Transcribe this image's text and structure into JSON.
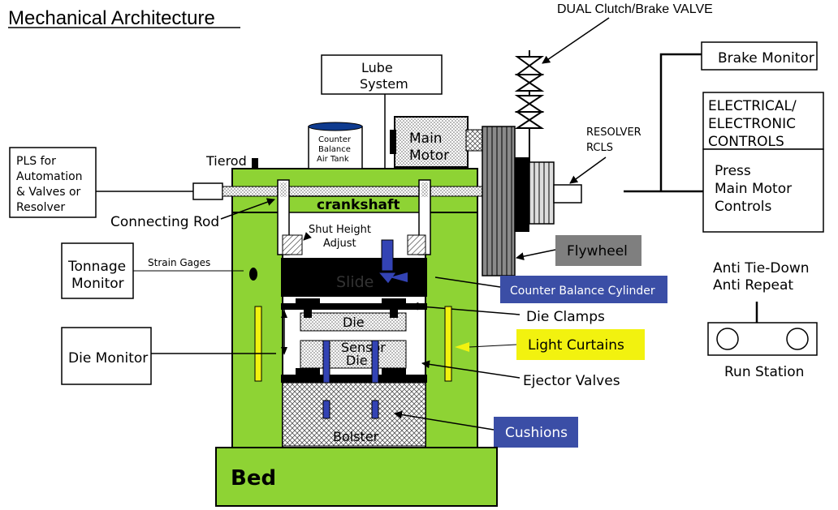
{
  "title": "Mechanical Architecture",
  "labels": {
    "dual_valve": "DUAL Clutch/Brake VALVE",
    "brake_monitor": "Brake Monitor",
    "lube_system_1": "Lube",
    "lube_system_2": "System",
    "air_tank_1": "Counter",
    "air_tank_2": "Balance",
    "air_tank_3": "Air Tank",
    "main_motor_1": "Main",
    "main_motor_2": "Motor",
    "resolver_1": "RESOLVER",
    "resolver_2": "RCLS",
    "electrical_1": "ELECTRICAL/",
    "electrical_2": "ELECTRONIC",
    "electrical_3": "CONTROLS",
    "press_controls_1": "Press",
    "press_controls_2": "Main Motor",
    "press_controls_3": "Controls",
    "pls_1": "PLS for",
    "pls_2": "Automation",
    "pls_3": "& Valves or",
    "pls_4": "Resolver",
    "tierod": "Tierod",
    "crankshaft": "crankshaft",
    "connecting_rod": "Connecting Rod",
    "shut_height_1": "Shut Height",
    "shut_height_2": "Adjust",
    "flywheel": "Flywheel",
    "tonnage_1": "Tonnage",
    "tonnage_2": "Monitor",
    "strain_gages": "Strain Gages",
    "slide": "Slide",
    "counter_balance_cylinder": "Counter Balance Cylinder",
    "die_clamps": "Die Clamps",
    "die_upper": "Die",
    "anti_tie_down": "Anti Tie-Down",
    "anti_repeat": "Anti Repeat",
    "die_monitor": "Die Monitor",
    "light_curtains": "Light Curtains",
    "sensor": "Sensor",
    "die_lower": "Die",
    "run_station": "Run Station",
    "ejector_valves": "Ejector Valves",
    "cushions": "Cushions",
    "bolster": "Bolster",
    "bed": "Bed"
  },
  "colors": {
    "press_green": "#8ed334",
    "callout_gray": "#7f7f7f",
    "callout_blue": "#3b4ea6",
    "callout_yellow": "#f2f20f",
    "rod_blue": "#3343b4"
  }
}
